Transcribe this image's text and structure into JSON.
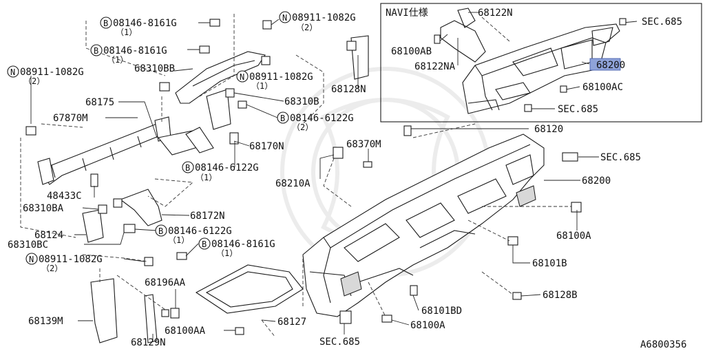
{
  "diagram_id": "A6800356",
  "inset": {
    "title": "NAVI仕様"
  },
  "circle_prefix": {
    "B": "B",
    "N": "N"
  },
  "labels": {
    "p68122N": "68122N",
    "p68100AB": "68100AB",
    "p68122NA": "68122NA",
    "sec685_inset_top": "SEC.685",
    "p68200_inset": "68200",
    "p68100AC": "68100AC",
    "sec685_inset_bottom": "SEC.685",
    "b_08146_8161G_1": "08146-8161G",
    "b_08146_8161G_1_qty": "（1）",
    "b_08146_8161G_2": "08146-8161G",
    "b_08146_8161G_2_qty": "（1）",
    "n_08911_1082G_top": "08911-1082G",
    "n_08911_1082G_top_qty": "（2）",
    "n_08911_1082G_left": "08911-1082G",
    "n_08911_1082G_left_qty": "（2）",
    "n_08911_1082G_mid": "08911-1082G",
    "n_08911_1082G_mid_qty": "（1）",
    "p68310BB": "68310BB",
    "p68128N": "68128N",
    "p68310B": "68310B",
    "p68175": "68175",
    "p67870M": "67870M",
    "b_08146_6122G_1": "08146-6122G",
    "b_08146_6122G_1_qty": "（2）",
    "p68170N": "68170N",
    "p68120": "68120",
    "p68370M": "68370M",
    "sec685_right": "SEC.685",
    "b_08146_6122G_2": "08146-6122G",
    "b_08146_6122G_2_qty": "（1）",
    "p68210A": "68210A",
    "p68200": "68200",
    "p48433C": "48433C",
    "p68310BA": "68310BA",
    "p68172N": "68172N",
    "p68100A_right": "68100A",
    "p68124": "68124",
    "b_08146_6122G_3": "08146-6122G",
    "b_08146_6122G_3_qty": "（1）",
    "p68310BC": "68310BC",
    "b_08146_8161G_3": "08146-8161G",
    "b_08146_8161G_3_qty": "（1）",
    "n_08911_1082G_bottom": "08911-1082G",
    "n_08911_1082G_bottom_qty": "（2）",
    "p68101B": "68101B",
    "p68196AA": "68196AA",
    "p68128B": "68128B",
    "p68139M": "68139M",
    "p68127": "68127",
    "p68101BD": "68101BD",
    "p68100A_bottom": "68100A",
    "p68100AA": "68100AA",
    "p68129N": "68129N",
    "sec685_bottom": "SEC.685"
  }
}
